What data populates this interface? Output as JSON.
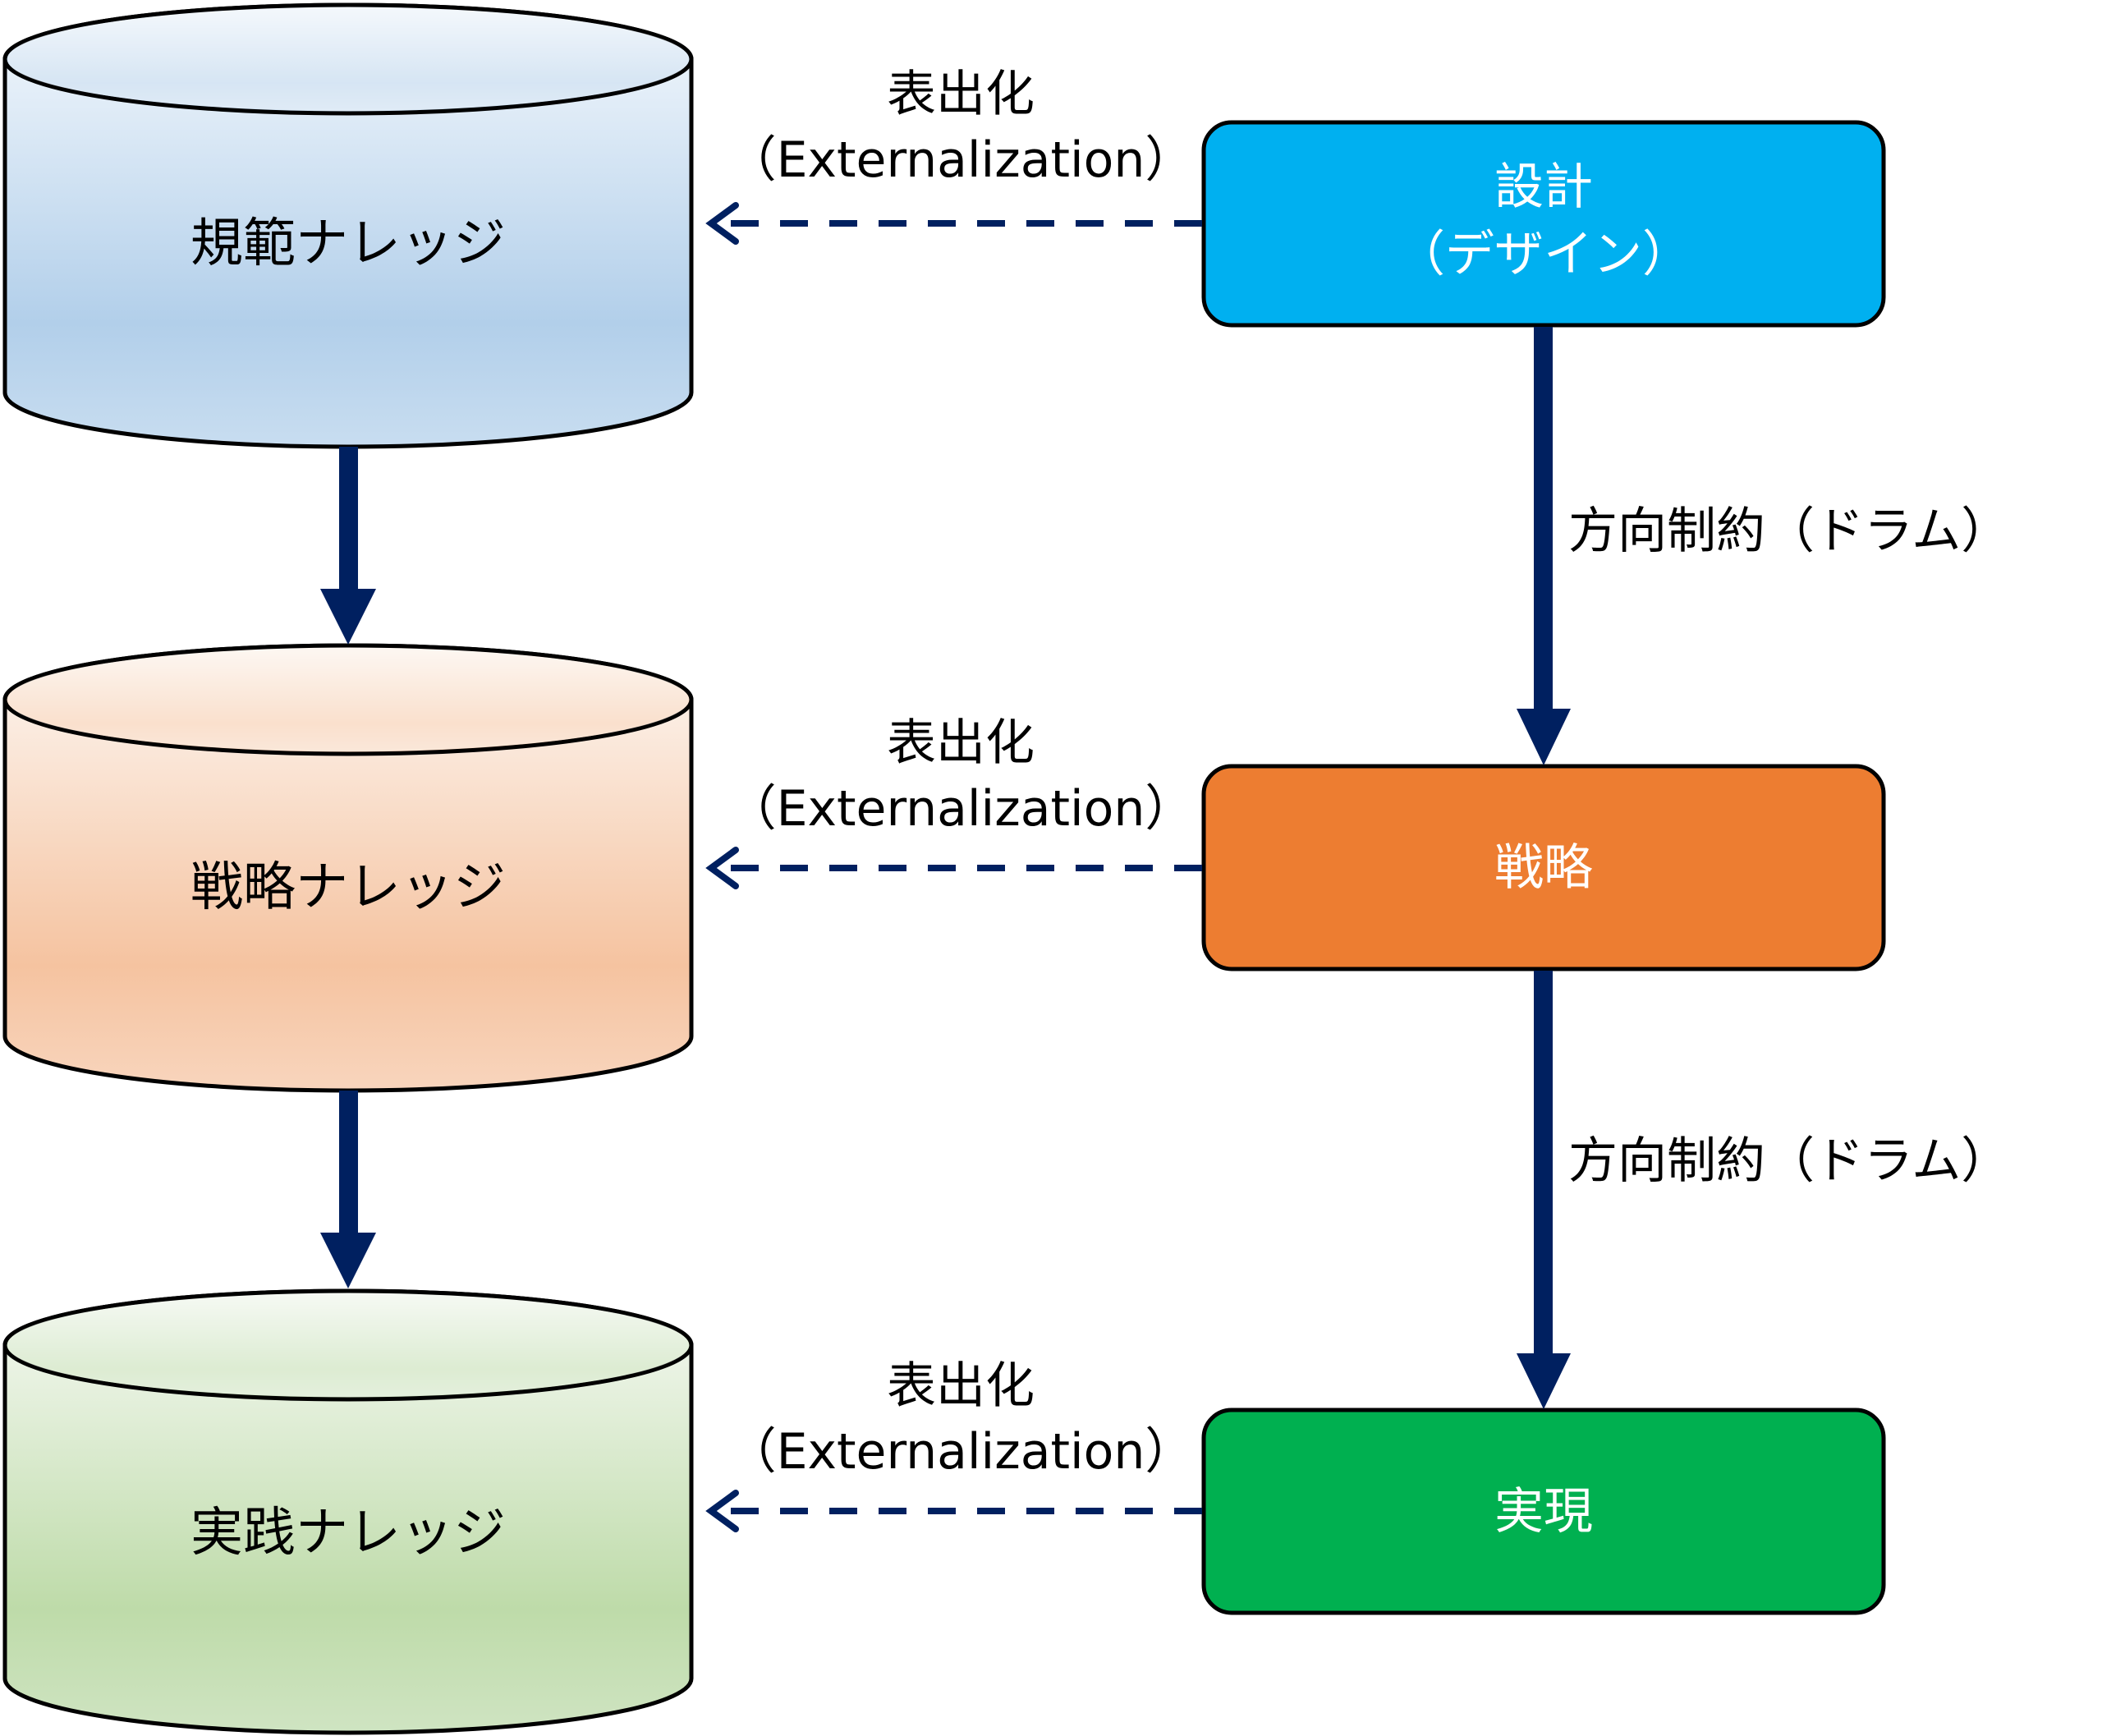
{
  "colors": {
    "arrow": "#002060",
    "design_box": "#00b0f0",
    "strategy_box": "#ed7d31",
    "realization_box": "#00b050",
    "normative_gradient": [
      "#f5f9fd",
      "#b2cfea",
      "#c8ddf0"
    ],
    "strategic_gradient": [
      "#fdf8f4",
      "#f5c3a0",
      "#f8d5bd"
    ],
    "practical_gradient": [
      "#f7faf5",
      "#bedba9",
      "#cfe4c2"
    ]
  },
  "knowledge_stores": [
    {
      "id": "normative",
      "label": "規範ナレッジ"
    },
    {
      "id": "strategic",
      "label": "戦略ナレッジ"
    },
    {
      "id": "practical",
      "label": "実践ナレッジ"
    }
  ],
  "process_boxes": [
    {
      "id": "design",
      "lines": [
        "設計",
        "（デザイン）"
      ]
    },
    {
      "id": "strategy",
      "lines": [
        "戦略"
      ]
    },
    {
      "id": "realization",
      "lines": [
        "実現"
      ]
    }
  ],
  "externalization_labels": [
    {
      "line1": "表出化",
      "line2": "（Externalization）"
    },
    {
      "line1": "表出化",
      "line2": "（Externalization）"
    },
    {
      "line1": "表出化",
      "line2": "（Externalization）"
    }
  ],
  "constraint_labels": [
    {
      "text": "方向制約（ドラム）"
    },
    {
      "text": "方向制約（ドラム）"
    }
  ]
}
